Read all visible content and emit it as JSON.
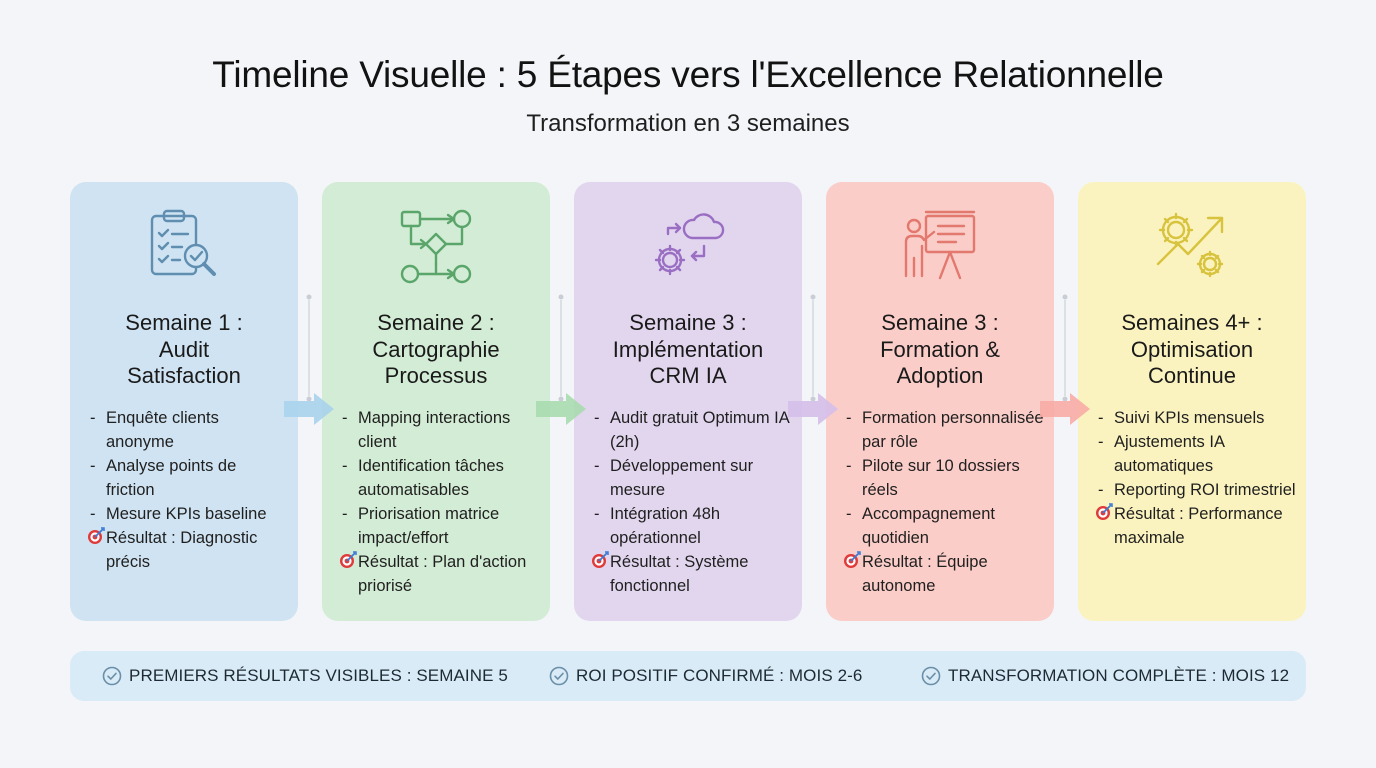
{
  "header": {
    "title": "Timeline Visuelle : 5 Étapes vers l'Excellence Relationnelle",
    "subtitle": "Transformation en 3 semaines"
  },
  "colors": {
    "card_1": "#cfe3f2",
    "card_2": "#d3ecd5",
    "card_3": "#e2d6ee",
    "card_4": "#fbcdc8",
    "card_5": "#fbf3bf",
    "icon_1": "#5f8eb0",
    "icon_2": "#5aa56a",
    "icon_3": "#9a6fc3",
    "icon_4": "#e2786e",
    "icon_5": "#d8c33e"
  },
  "steps": [
    {
      "icon": "clipboard-checklist-icon",
      "title_lines": [
        "Semaine 1 :",
        "Audit",
        "Satisfaction"
      ],
      "bullets": [
        "Enquête clients anonyme",
        "Analyse points de friction",
        "Mesure KPIs baseline"
      ],
      "result": "Résultat : Diagnostic précis"
    },
    {
      "icon": "process-flowchart-icon",
      "title_lines": [
        "Semaine 2 :",
        "Cartographie",
        "Processus"
      ],
      "bullets": [
        "Mapping interactions client",
        "Identification tâches automatisables",
        "Priorisation matrice impact/effort"
      ],
      "result": "Résultat : Plan d'action priorisé"
    },
    {
      "icon": "cloud-gear-icon",
      "title_lines": [
        "Semaine 3 :",
        "Implémentation",
        "CRM IA"
      ],
      "bullets": [
        "Audit gratuit Optimum IA (2h)",
        "Développement sur mesure",
        "Intégration 48h opérationnel"
      ],
      "result": "Résultat : Système fonctionnel"
    },
    {
      "icon": "presentation-trainer-icon",
      "title_lines": [
        "Semaine 3 :",
        "Formation &",
        "Adoption"
      ],
      "bullets": [
        "Formation personnalisée par rôle",
        "Pilote sur 10 dossiers réels",
        "Accompagnement quotidien"
      ],
      "result": "Résultat : Équipe autonome"
    },
    {
      "icon": "gears-growth-arrow-icon",
      "title_lines": [
        "Semaines 4+ :",
        "Optimisation",
        "Continue"
      ],
      "bullets": [
        "Suivi KPIs mensuels",
        "Ajustements IA automatiques",
        "Reporting ROI trimestriel"
      ],
      "result": "Résultat : Performance maximale"
    }
  ],
  "milestones": [
    {
      "icon": "check-circle-icon",
      "label": "PREMIERS RÉSULTATS VISIBLES : SEMAINE 5"
    },
    {
      "icon": "check-circle-icon",
      "label": "ROI POSITIF CONFIRMÉ : MOIS 2-6"
    },
    {
      "icon": "check-circle-icon",
      "label": "TRANSFORMATION COMPLÈTE : MOIS 12"
    }
  ]
}
